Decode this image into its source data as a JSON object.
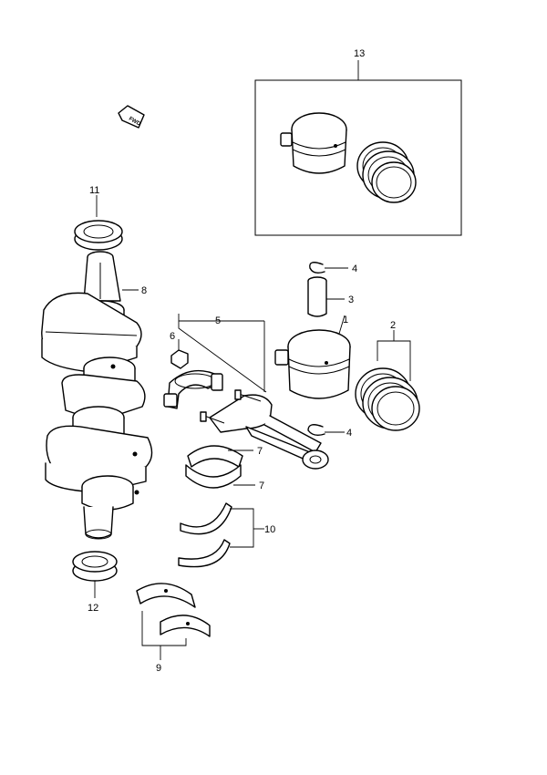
{
  "diagram": {
    "fwd_label": "FWD",
    "callouts": {
      "c1": "1",
      "c2": "2",
      "c3": "3",
      "c4a": "4",
      "c4b": "4",
      "c5": "5",
      "c6": "6",
      "c7a": "7",
      "c7b": "7",
      "c8": "8",
      "c9": "9",
      "c10": "10",
      "c11": "11",
      "c12": "12",
      "c13": "13"
    }
  }
}
